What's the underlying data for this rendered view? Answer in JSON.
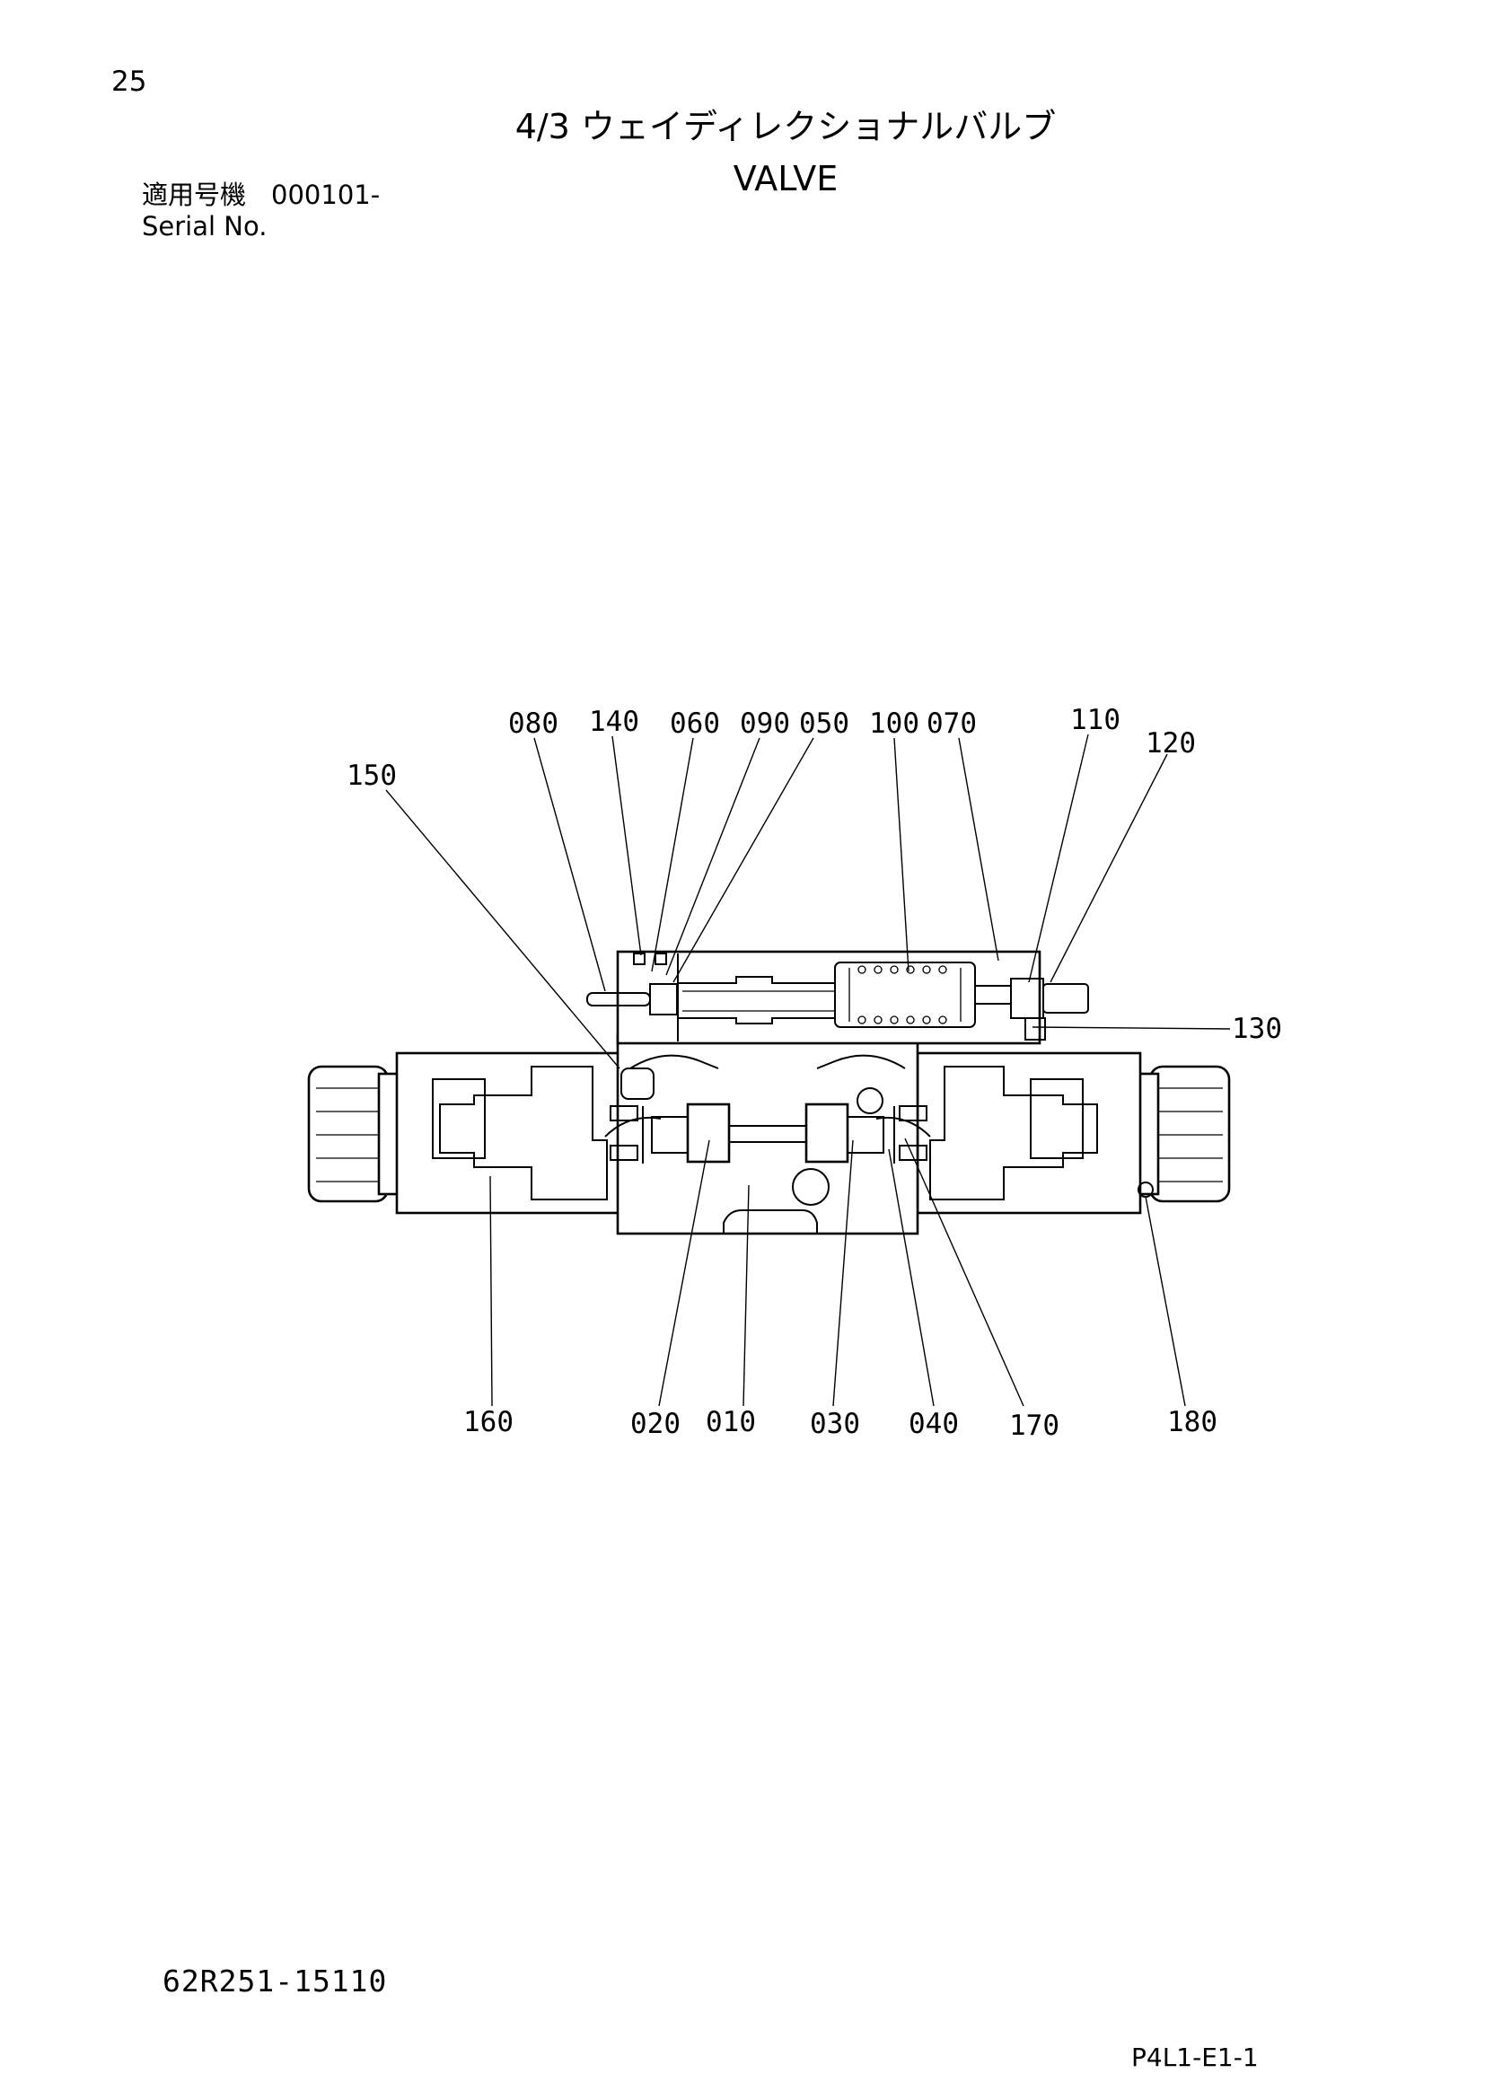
{
  "header": {
    "page_number": "25",
    "title_jp": "4/3 ウェイディレクショナルバルブ",
    "title_en": "VALVE",
    "serial_label_jp": "適用号機",
    "serial_value": "000101-",
    "serial_label_en": "Serial No."
  },
  "part_labels": {
    "p080": "080",
    "p140": "140",
    "p060": "060",
    "p090": "090",
    "p050": "050",
    "p100": "100",
    "p070": "070",
    "p110": "110",
    "p120": "120",
    "p150": "150",
    "p130": "130",
    "p160": "160",
    "p020": "020",
    "p010": "010",
    "p030": "030",
    "p040": "040",
    "p170": "170",
    "p180": "180"
  },
  "footer": {
    "drawing_number": "62R251-15110",
    "page_code": "P4L1-E1-1"
  }
}
